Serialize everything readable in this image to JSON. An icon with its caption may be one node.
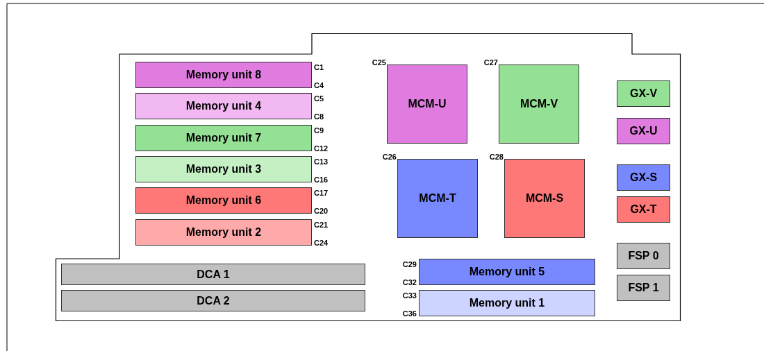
{
  "diagram": {
    "nodes": [
      {
        "text": [],
        "shape": "box"
      },
      {
        "text": [
          "Memory unit 8"
        ],
        "in": 0,
        "beside": [
          "C1",
          "C4"
        ]
      },
      {
        "text": [
          "Memory unit 4"
        ],
        "in": 0,
        "beside": [
          "C5",
          "C8"
        ]
      },
      {
        "text": [
          "Memory unit 7"
        ],
        "in": 0,
        "beside": [
          "C9",
          "C12"
        ]
      },
      {
        "text": [
          "Memory unit 3"
        ],
        "in": 0,
        "beside": [
          "C13",
          "C16"
        ]
      },
      {
        "text": [
          "Memory unit 6"
        ],
        "in": 0,
        "beside": [
          "C17",
          "C20"
        ]
      },
      {
        "text": [
          "Memory unit 2"
        ],
        "in": 0,
        "beside": [
          "C21",
          "C24"
        ]
      },
      {
        "text": [
          "MCM-U"
        ],
        "in": 0,
        "beside": [
          "C25"
        ]
      },
      {
        "text": [
          "MCM-V"
        ],
        "in": 0,
        "beside": [
          "C27"
        ]
      },
      {
        "text": [
          "MCM-T"
        ],
        "in": 0,
        "beside": [
          "C26"
        ]
      },
      {
        "text": [
          "MCM-S"
        ],
        "in": 0,
        "beside": [
          "C28"
        ]
      },
      {
        "text": [
          "GX-V"
        ],
        "in": 0
      },
      {
        "text": [
          "GX-U"
        ],
        "in": 0
      },
      {
        "text": [
          "GX-S"
        ],
        "in": 0
      },
      {
        "text": [
          "GX-T"
        ],
        "in": 0
      },
      {
        "text": [
          "FSP 0"
        ],
        "in": 0
      },
      {
        "text": [
          "FSP 1"
        ],
        "in": 0
      },
      {
        "text": [
          "DCA 1"
        ],
        "in": 0
      },
      {
        "text": [
          "DCA 2"
        ],
        "in": 0
      },
      {
        "text": [
          "Memory unit 5"
        ],
        "in": 0,
        "beside": [
          "C29",
          "C32"
        ]
      },
      {
        "text": [
          "Memory unit 1"
        ],
        "in": 0,
        "beside": [
          "C33",
          "C36"
        ]
      }
    ]
  }
}
